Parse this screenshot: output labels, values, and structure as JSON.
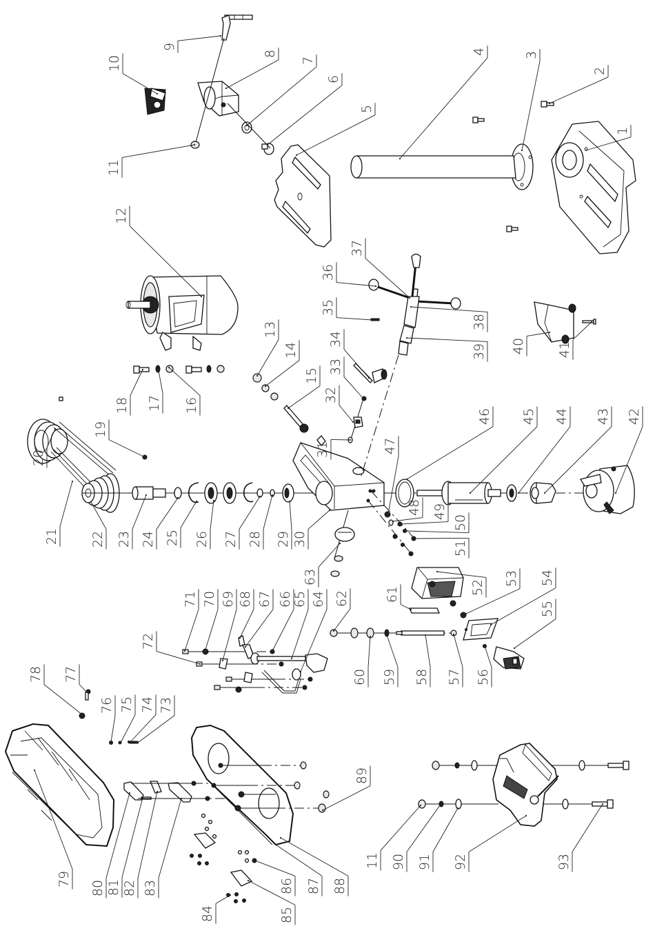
{
  "diagram": {
    "type": "exploded-parts-view",
    "label_orientation": "rotated-90-ccw",
    "callouts": [
      {
        "id": "1"
      },
      {
        "id": "2"
      },
      {
        "id": "3"
      },
      {
        "id": "4"
      },
      {
        "id": "5"
      },
      {
        "id": "6"
      },
      {
        "id": "7"
      },
      {
        "id": "8"
      },
      {
        "id": "9"
      },
      {
        "id": "10"
      },
      {
        "id": "11"
      },
      {
        "id": "12"
      },
      {
        "id": "13"
      },
      {
        "id": "14"
      },
      {
        "id": "15"
      },
      {
        "id": "16"
      },
      {
        "id": "17"
      },
      {
        "id": "18"
      },
      {
        "id": "19"
      },
      {
        "id": "20"
      },
      {
        "id": "21"
      },
      {
        "id": "22"
      },
      {
        "id": "23"
      },
      {
        "id": "24"
      },
      {
        "id": "25"
      },
      {
        "id": "26"
      },
      {
        "id": "27"
      },
      {
        "id": "28"
      },
      {
        "id": "29"
      },
      {
        "id": "30"
      },
      {
        "id": "31"
      },
      {
        "id": "32"
      },
      {
        "id": "33"
      },
      {
        "id": "34"
      },
      {
        "id": "35"
      },
      {
        "id": "36"
      },
      {
        "id": "37"
      },
      {
        "id": "38"
      },
      {
        "id": "39"
      },
      {
        "id": "40"
      },
      {
        "id": "41"
      },
      {
        "id": "42"
      },
      {
        "id": "43"
      },
      {
        "id": "44"
      },
      {
        "id": "45"
      },
      {
        "id": "46"
      },
      {
        "id": "47"
      },
      {
        "id": "48"
      },
      {
        "id": "49"
      },
      {
        "id": "50"
      },
      {
        "id": "51"
      },
      {
        "id": "52"
      },
      {
        "id": "53"
      },
      {
        "id": "54"
      },
      {
        "id": "55"
      },
      {
        "id": "56"
      },
      {
        "id": "57"
      },
      {
        "id": "58"
      },
      {
        "id": "59"
      },
      {
        "id": "60"
      },
      {
        "id": "61"
      },
      {
        "id": "62"
      },
      {
        "id": "63"
      },
      {
        "id": "64"
      },
      {
        "id": "65"
      },
      {
        "id": "66"
      },
      {
        "id": "67"
      },
      {
        "id": "68"
      },
      {
        "id": "69"
      },
      {
        "id": "70"
      },
      {
        "id": "71"
      },
      {
        "id": "72"
      },
      {
        "id": "73"
      },
      {
        "id": "74"
      },
      {
        "id": "75"
      },
      {
        "id": "76"
      },
      {
        "id": "77"
      },
      {
        "id": "78"
      },
      {
        "id": "79"
      },
      {
        "id": "80"
      },
      {
        "id": "81"
      },
      {
        "id": "82"
      },
      {
        "id": "83"
      },
      {
        "id": "84"
      },
      {
        "id": "85"
      },
      {
        "id": "86"
      },
      {
        "id": "87"
      },
      {
        "id": "88"
      },
      {
        "id": "89"
      },
      {
        "id": "90"
      },
      {
        "id": "91"
      },
      {
        "id": "92"
      },
      {
        "id": "93"
      },
      {
        "id": "11b",
        "text": "11"
      }
    ]
  }
}
